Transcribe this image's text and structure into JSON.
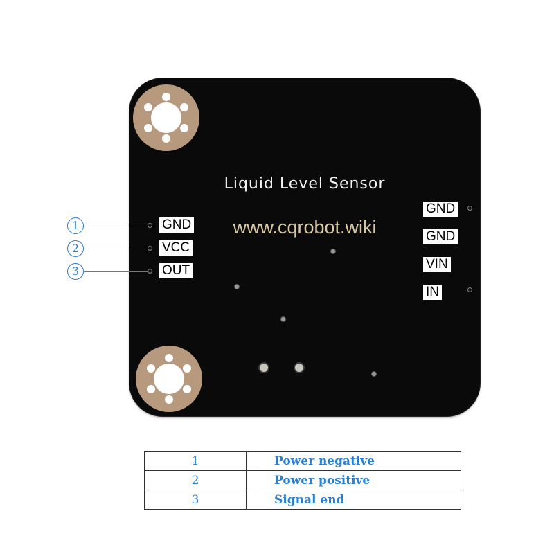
{
  "board": {
    "title": "Liquid Level Sensor",
    "url": "www.cqrobot.wiki",
    "left_pins": [
      "GND",
      "VCC",
      "OUT"
    ],
    "right_pins": [
      "GND",
      "GND",
      "VIN",
      "IN"
    ]
  },
  "callouts": [
    "1",
    "2",
    "3"
  ],
  "pin_table": [
    {
      "num": "1",
      "desc": "Power negative"
    },
    {
      "num": "2",
      "desc": "Power positive"
    },
    {
      "num": "3",
      "desc": "Signal end"
    }
  ],
  "colors": {
    "board": "#0a0a0a",
    "mount_ring": "#b79a7e",
    "url_text": "#d8c9a4",
    "callout_blue": "#2a7fd0"
  }
}
